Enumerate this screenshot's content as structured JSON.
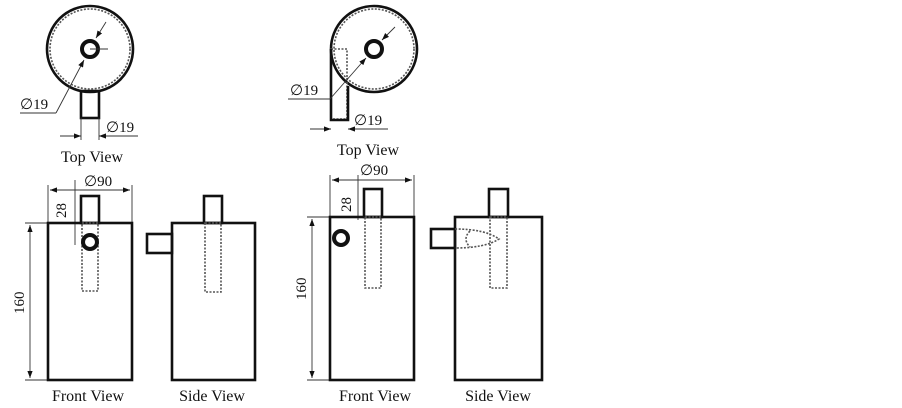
{
  "diagram_a": {
    "top_view_label": "Top View",
    "front_view_label": "Front View",
    "side_view_label": "Side View",
    "inlet_diameter": "∅19",
    "outlet_diameter": "∅19",
    "body_diameter": "∅90",
    "pipe_height": "28",
    "body_height": "160"
  },
  "diagram_b": {
    "top_view_label": "Top View",
    "front_view_label": "Front View",
    "side_view_label": "Side View",
    "inlet_diameter": "∅19",
    "outlet_diameter": "∅19",
    "body_diameter": "∅90",
    "pipe_height": "28",
    "body_height": "160"
  }
}
